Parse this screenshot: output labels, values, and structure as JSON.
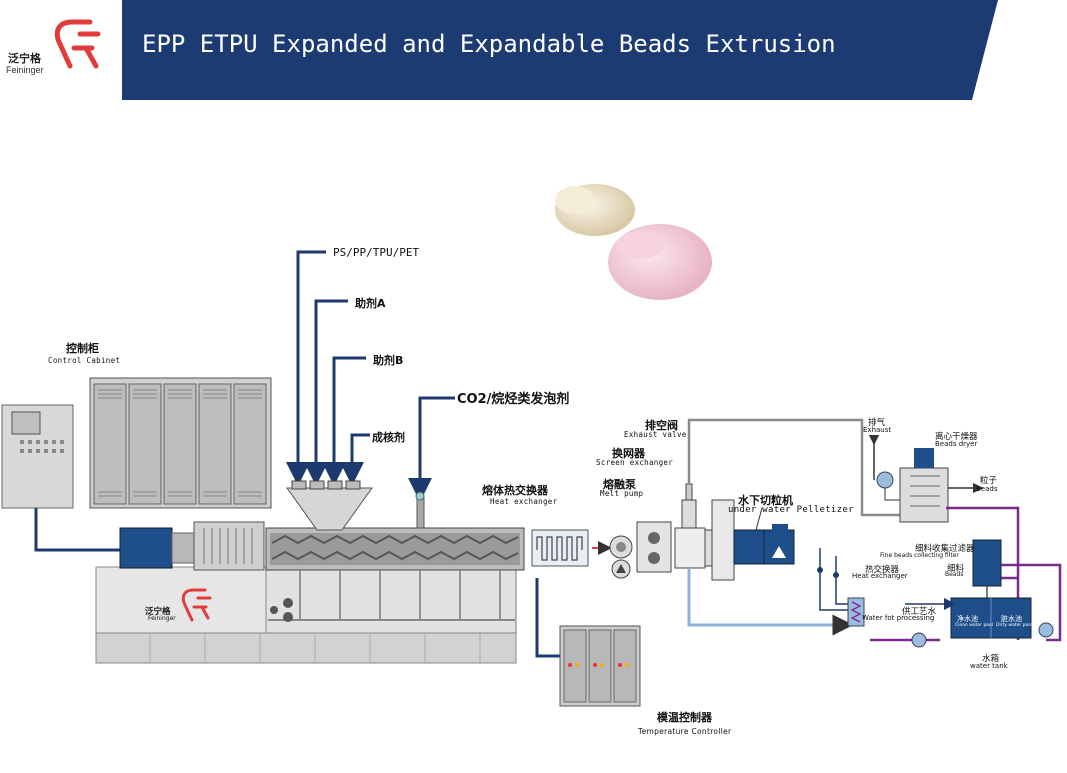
{
  "header": {
    "title": "EPP ETPU Expanded and Expandable Beads Extrusion",
    "brand_cn": "泛宁格",
    "brand_en": "Feininger",
    "banner_color": "#1c3b73",
    "logo_color": "#e23b3b"
  },
  "diagram": {
    "control_cabinet": {
      "cn": "控制柜",
      "en": "Control Cabinet"
    },
    "feed_materials": {
      "polymer": "PS/PP/TPU/PET",
      "additive_a": "助剂A",
      "additive_b": "助剂B",
      "nucleating_agent": "成核剂"
    },
    "blowing_agent": "CO2/烷烃类发泡剂",
    "melt_heat_exchanger": {
      "cn": "熔体热交换器",
      "en": "Heat exchanger"
    },
    "melt_pump": {
      "cn": "熔融泵",
      "en": "Melt pump"
    },
    "screen_exchanger": {
      "cn": "换网器",
      "en": "Screen exchanger"
    },
    "exhaust_valve": {
      "cn": "排空阀",
      "en": "Exhaust valve"
    },
    "pelletizer": {
      "cn": "水下切粒机",
      "en": "under water Pelletizer"
    },
    "exhaust": {
      "cn": "排气",
      "en": "Exhaust"
    },
    "beads_dryer": {
      "cn": "离心干燥器",
      "en": "Beads dryer"
    },
    "beads": {
      "cn": "粒子",
      "en": "Beads"
    },
    "fine_beads_filter": {
      "cn": "细料收集过滤器",
      "en": "Fine beads collecting filter"
    },
    "fine_beads": {
      "cn": "细料",
      "en": "Beads"
    },
    "water_heat_exchanger": {
      "cn": "热交换器",
      "en": "Heat exchanger"
    },
    "process_water": {
      "cn": "供工艺水",
      "en": "Water fot processing"
    },
    "clean_water_pool": {
      "cn": "净水池",
      "en": "Clean water pool"
    },
    "dirty_water_pool": {
      "cn": "脏水池",
      "en": "Dirty water pool"
    },
    "water_tank": {
      "cn": "水箱",
      "en": "water tank"
    },
    "temperature_controller": {
      "cn": "模温控制器",
      "en": "Temperature Controller"
    },
    "machine_brand_cn": "泛宁格",
    "machine_brand_en": "Feininger"
  },
  "colors": {
    "feed_arrow": "#1d3a6e",
    "exhaust_line": "#7d7d7d",
    "water_return": "#8fb2da",
    "water_supply": "#7a2a8a",
    "machine_body": "#dcdcdc",
    "motor_blue": "#1f4f8a"
  }
}
